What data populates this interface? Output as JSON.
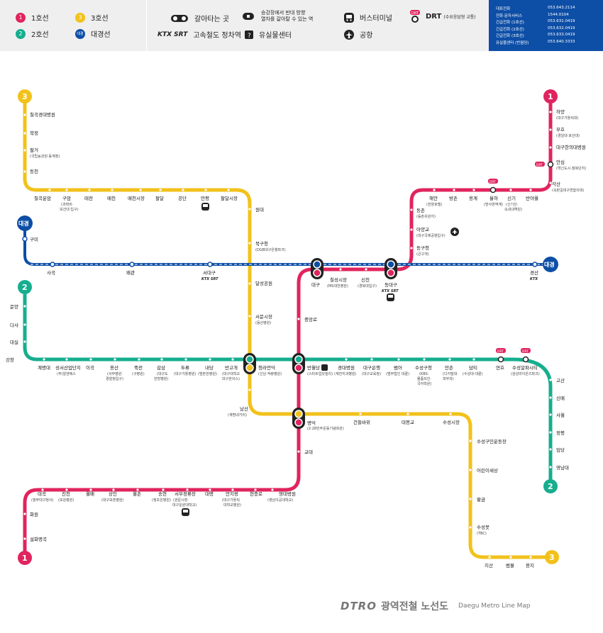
{
  "legend": {
    "line1": {
      "num": "1",
      "label": "1호선",
      "color": "#e0245e"
    },
    "line2": {
      "num": "2",
      "label": "2호선",
      "color": "#16ae8e"
    },
    "line3": {
      "num": "3",
      "label": "3호선",
      "color": "#f2c21b"
    },
    "daegyeong": {
      "num": "대경",
      "label": "대경선",
      "color": "#0d4ea6"
    },
    "transfer": "갈아타는 곳",
    "ktx": "고속철도 정차역",
    "ktx_logo": "KTX SRT",
    "opposite": "승강장에서 반대 방향\n열차를 갈아탈 수 있는 역",
    "lost": "유실물센터",
    "bus": "버스터미널",
    "airport": "공항",
    "drt": "DRT",
    "drt_sub": "(수요응답형 교통)"
  },
  "contacts": [
    {
      "k": "대표전화",
      "v": "053.643.2114"
    },
    {
      "k": "전화·문자서비스",
      "v": "1544.0104"
    },
    {
      "k": "긴급전화 (1호선)",
      "v": "053.631.0419"
    },
    {
      "k": "긴급전화 (2호선)",
      "v": "053.632.0419"
    },
    {
      "k": "긴급전화 (3호선)",
      "v": "053.633.0419"
    },
    {
      "k": "유실물센터 (반월당)",
      "v": "053.640.3333"
    }
  ],
  "badges": {
    "one": "1",
    "two": "2",
    "three": "3",
    "dg": "대경"
  },
  "stations": {
    "l3": [
      "칠곡경대병원",
      "학정",
      "팔거",
      "(국립농관원·동계청)",
      "동천",
      "칠곡운암",
      "구암",
      "(과학비·",
      "보건대 입구)",
      "태전",
      "매천",
      "매천시장",
      "팔달",
      "공단",
      "만평",
      "팔달시장",
      "원대",
      "북구청",
      "(DGB대구은행파크)",
      "달성공원",
      "서문시장",
      "(동산병원)",
      "청라언덕",
      "(신남·적량병원)",
      "남산",
      "(계명네거리)",
      "명덕",
      "(2·28민주운동기념회관)",
      "건들바위",
      "대봉교",
      "수성시장",
      "수성구민운동장",
      "어린이세상",
      "황금",
      "수성못",
      "(TBC)",
      "지산",
      "범물",
      "용지"
    ],
    "l1": [
      "하양",
      "(대구가톨릭대)",
      "부호",
      "(경일대·호산대)",
      "대구한의대병원",
      "안심",
      "(혁신도시·첨복단지)",
      "각산",
      "(속판길대구연합의대)",
      "반야월",
      "신기",
      "(신기산·",
      "속내내역원)",
      "율하",
      "(방사현역계)",
      "용계",
      "방촌",
      "해안",
      "(한양호텔)",
      "동촌",
      "(동촌유원지)",
      "아양교",
      "(대구국제공항입구)",
      "동구청",
      "(큰고개)",
      "동대구",
      "칠성시장",
      "(MS대천병원)",
      "신천",
      "(경북대입구)",
      "대구",
      "중앙로",
      "반월당",
      "(스타트업닷빌리)",
      "교대",
      "영대병원",
      "(영남이공대학교)",
      "현충로",
      "안지랑",
      "(대구가톨릭",
      "대학교병원)",
      "대명",
      "서부정류장",
      "(관문시장·",
      "대구운원대학교)",
      "송현",
      "(정조은병원)",
      "월촌",
      "상인",
      "(대구보훈병원)",
      "월배",
      "진천",
      "(보강병원)",
      "대곡",
      "(정부대구청사)",
      "화원",
      "설화명곡"
    ],
    "l2": [
      "문양",
      "다사",
      "대실",
      "강창",
      "계명대",
      "성서산업단지",
      "(주)알엔에스",
      "이곡",
      "용산",
      "(서부병원·",
      "경찰청입구)",
      "죽전",
      "(구병원)",
      "감삼",
      "(대구도",
      "한방병원)",
      "두류",
      "(대구가톨병원)",
      "내당",
      "(범촌한병원)",
      "반고개",
      "(대구대학교",
      "대구한의스)",
      "경대병원",
      "(계전지과병원)",
      "대구은행",
      "(대구교육청)",
      "범어",
      "(범무법인 대륜)",
      "수성구청",
      "(KBS·",
      "물품외건·",
      "국어학원)",
      "만촌",
      "(디지털대·",
      "피부과)",
      "담티",
      "(수성대·대륜)",
      "연호",
      "수성알파시티",
      "(삼성라이온즈파크)",
      "고산",
      "신매",
      "사월",
      "정평",
      "임당",
      "영남대"
    ],
    "dg": [
      "구미",
      "사곡",
      "왜관",
      "서대구",
      "대구",
      "동대구",
      "경산"
    ],
    "ktx_mark": "KTX SRT",
    "ktx_only": "KTX",
    "drt": "DRT"
  },
  "brand": {
    "logo": "DTRO",
    "title": "광역전철 노선도",
    "en": "Daegu Metro Line Map"
  }
}
